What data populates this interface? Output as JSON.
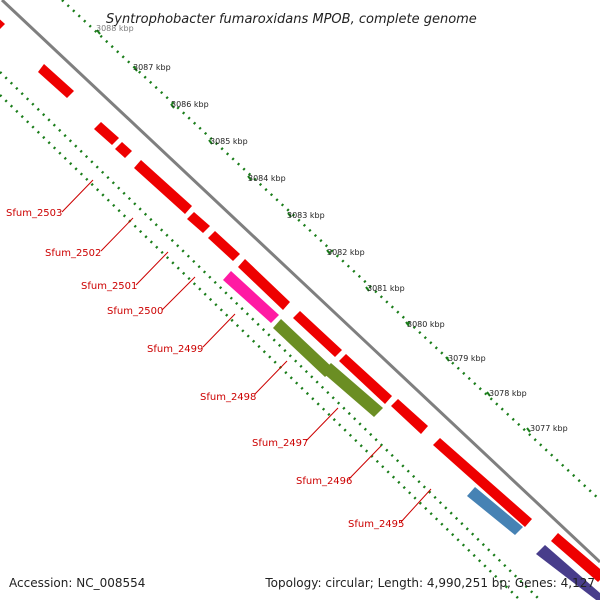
{
  "title": "Syntrophobacter fumaroxidans MPOB, complete genome",
  "accession": "Accession: NC_008554",
  "topology": "Topology: circular; Length: 4,990,251 bp; Genes: 4,127",
  "scale_labels": [
    "3088 kbp",
    "3087 kbp",
    "3086 kbp",
    "3085 kbp",
    "3084 kbp",
    "3083 kbp",
    "3082 kbp",
    "3081 kbp",
    "3080 kbp",
    "3079 kbp",
    "3078 kbp",
    "3077 kbp"
  ],
  "gene_labels": [
    "Sfum_2503",
    "Sfum_2502",
    "Sfum_2501",
    "Sfum_2500",
    "Sfum_2499",
    "Sfum_2498",
    "Sfum_2497",
    "Sfum_2496",
    "Sfum_2495"
  ],
  "colors": {
    "backbone": "#7f7f7f",
    "dots": "#1a7d1a",
    "forward_gene": "#ff0000",
    "label_text": "#cc0000",
    "pink_gene": "#ff1aa3",
    "olive_gene": "#6b8e23",
    "blue_gene": "#4682b4",
    "purple_gene": "#483d8b"
  }
}
